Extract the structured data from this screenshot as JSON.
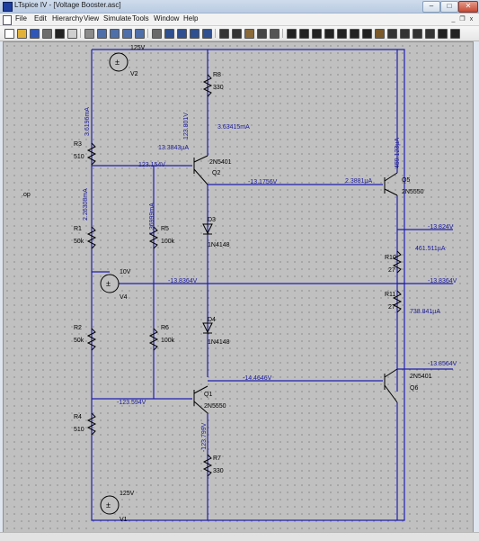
{
  "window": {
    "title": "LTspice IV - [Voltage Booster.asc]",
    "minimize": "–",
    "maximize": "□",
    "close": "✕"
  },
  "menu": {
    "items": [
      "File",
      "Edit",
      "Hierarchy",
      "View",
      "Simulate",
      "Tools",
      "Window",
      "Help"
    ],
    "mdi_minimize": "_",
    "mdi_restore": "❐",
    "mdi_close": "x"
  },
  "toolbar": {
    "buttons": [
      {
        "name": "new-schematic-button",
        "color": "#ffffff"
      },
      {
        "name": "open-button",
        "color": "#e0b23c"
      },
      {
        "name": "save-button",
        "color": "#3057b8"
      },
      {
        "name": "control-panel-button",
        "color": "#6d6d6d"
      },
      {
        "name": "run-button",
        "color": "#222222"
      },
      {
        "name": "halt-button",
        "color": "#cfcfcf"
      },
      {
        "name": "pan-button",
        "color": "#8a8a8a"
      },
      {
        "name": "zoom-in-button",
        "color": "#4f6fa8"
      },
      {
        "name": "zoom-pan-button",
        "color": "#4f6fa8"
      },
      {
        "name": "zoom-out-button",
        "color": "#4f6fa8"
      },
      {
        "name": "zoom-fit-button",
        "color": "#4f6fa8"
      },
      {
        "name": "autorange-button",
        "color": "#6a6a6a"
      },
      {
        "name": "tile-horizontal-button",
        "color": "#2f4f8f"
      },
      {
        "name": "tile-vertical-button",
        "color": "#2f4f8f"
      },
      {
        "name": "cascade-button",
        "color": "#2f4f8f"
      },
      {
        "name": "close-all-button",
        "color": "#2f4f8f"
      },
      {
        "name": "cut-button",
        "color": "#333333"
      },
      {
        "name": "copy-button",
        "color": "#333333"
      },
      {
        "name": "paste-button",
        "color": "#8a6a3a"
      },
      {
        "name": "find-button",
        "color": "#444444"
      },
      {
        "name": "print-button",
        "color": "#555555"
      },
      {
        "name": "wire-button",
        "color": "#222222"
      },
      {
        "name": "ground-button",
        "color": "#222222"
      },
      {
        "name": "label-net-button",
        "color": "#222222"
      },
      {
        "name": "resistor-button",
        "color": "#222222"
      },
      {
        "name": "capacitor-button",
        "color": "#222222"
      },
      {
        "name": "inductor-button",
        "color": "#222222"
      },
      {
        "name": "diode-button",
        "color": "#222222"
      },
      {
        "name": "component-button",
        "color": "#7a5a2a"
      },
      {
        "name": "move-button",
        "color": "#333333"
      },
      {
        "name": "drag-button",
        "color": "#333333"
      },
      {
        "name": "undo-button",
        "color": "#333333"
      },
      {
        "name": "redo-button",
        "color": "#333333"
      },
      {
        "name": "text-button",
        "color": "#222222"
      },
      {
        "name": "spice-directive-button",
        "color": "#222222"
      }
    ]
  },
  "schematic": {
    "colors": {
      "wire": "#1f1fb0",
      "component": "#000000",
      "net_label": "#1a1a9c"
    },
    "directive": ".op",
    "sources": [
      {
        "ref": "V2",
        "value": "125V"
      },
      {
        "ref": "V4",
        "value": "10V"
      },
      {
        "ref": "V1",
        "value": "125V"
      }
    ],
    "resistors": [
      {
        "ref": "R8",
        "value": "330"
      },
      {
        "ref": "R3",
        "value": "510"
      },
      {
        "ref": "R1",
        "value": "50k"
      },
      {
        "ref": "R5",
        "value": "100k"
      },
      {
        "ref": "R2",
        "value": "50k"
      },
      {
        "ref": "R6",
        "value": "100k"
      },
      {
        "ref": "R4",
        "value": "510"
      },
      {
        "ref": "R7",
        "value": "330"
      },
      {
        "ref": "R10",
        "value": "27"
      },
      {
        "ref": "R11",
        "value": "27"
      }
    ],
    "transistors": [
      {
        "ref": "Q2",
        "model": "2N5401"
      },
      {
        "ref": "Q5",
        "model": "2N5550"
      },
      {
        "ref": "Q1",
        "model": "2N5550"
      },
      {
        "ref": "Q6",
        "model": "2N5401"
      }
    ],
    "diodes": [
      {
        "ref": "D3",
        "model": "1N4148"
      },
      {
        "ref": "D4",
        "model": "1N4148"
      }
    ],
    "node_voltages": {
      "n1": "123.154V",
      "n2": "-13.1756V",
      "n3": "-13.824V",
      "n4": "-13.8364V",
      "n5": "-13.8364V",
      "n6": "-13.8564V",
      "n7": "-14.4646V",
      "n8": "-123.594V",
      "v_r8": "123.801V",
      "v_q5": "459.123µA",
      "v_r7": "-123.799V"
    },
    "currents": {
      "r3": "3.6196mA",
      "r1": "2.26308mA",
      "r5": "1.36999mA",
      "r8": "3.63415mA",
      "q2b": "13.3843µA",
      "q5b": "2.3881µA",
      "r10": "461.511µA",
      "r11": "738.841µA"
    }
  }
}
